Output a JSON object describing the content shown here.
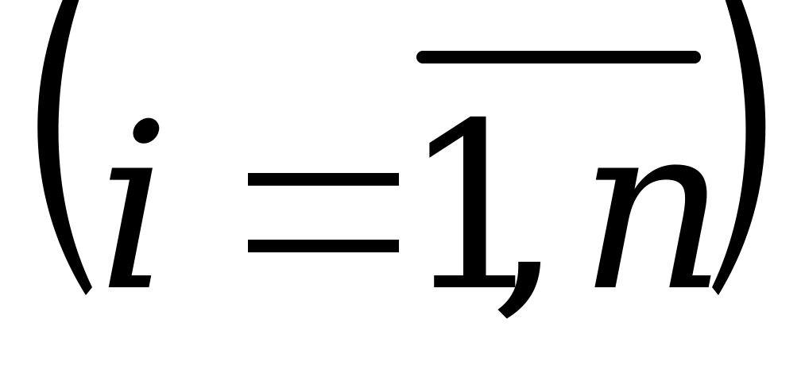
{
  "formula": {
    "variable": "i",
    "relation": "=",
    "lower": "1",
    "separator": ",",
    "upper": "n"
  },
  "colors": {
    "ink": "#000000",
    "background": "#ffffff"
  }
}
